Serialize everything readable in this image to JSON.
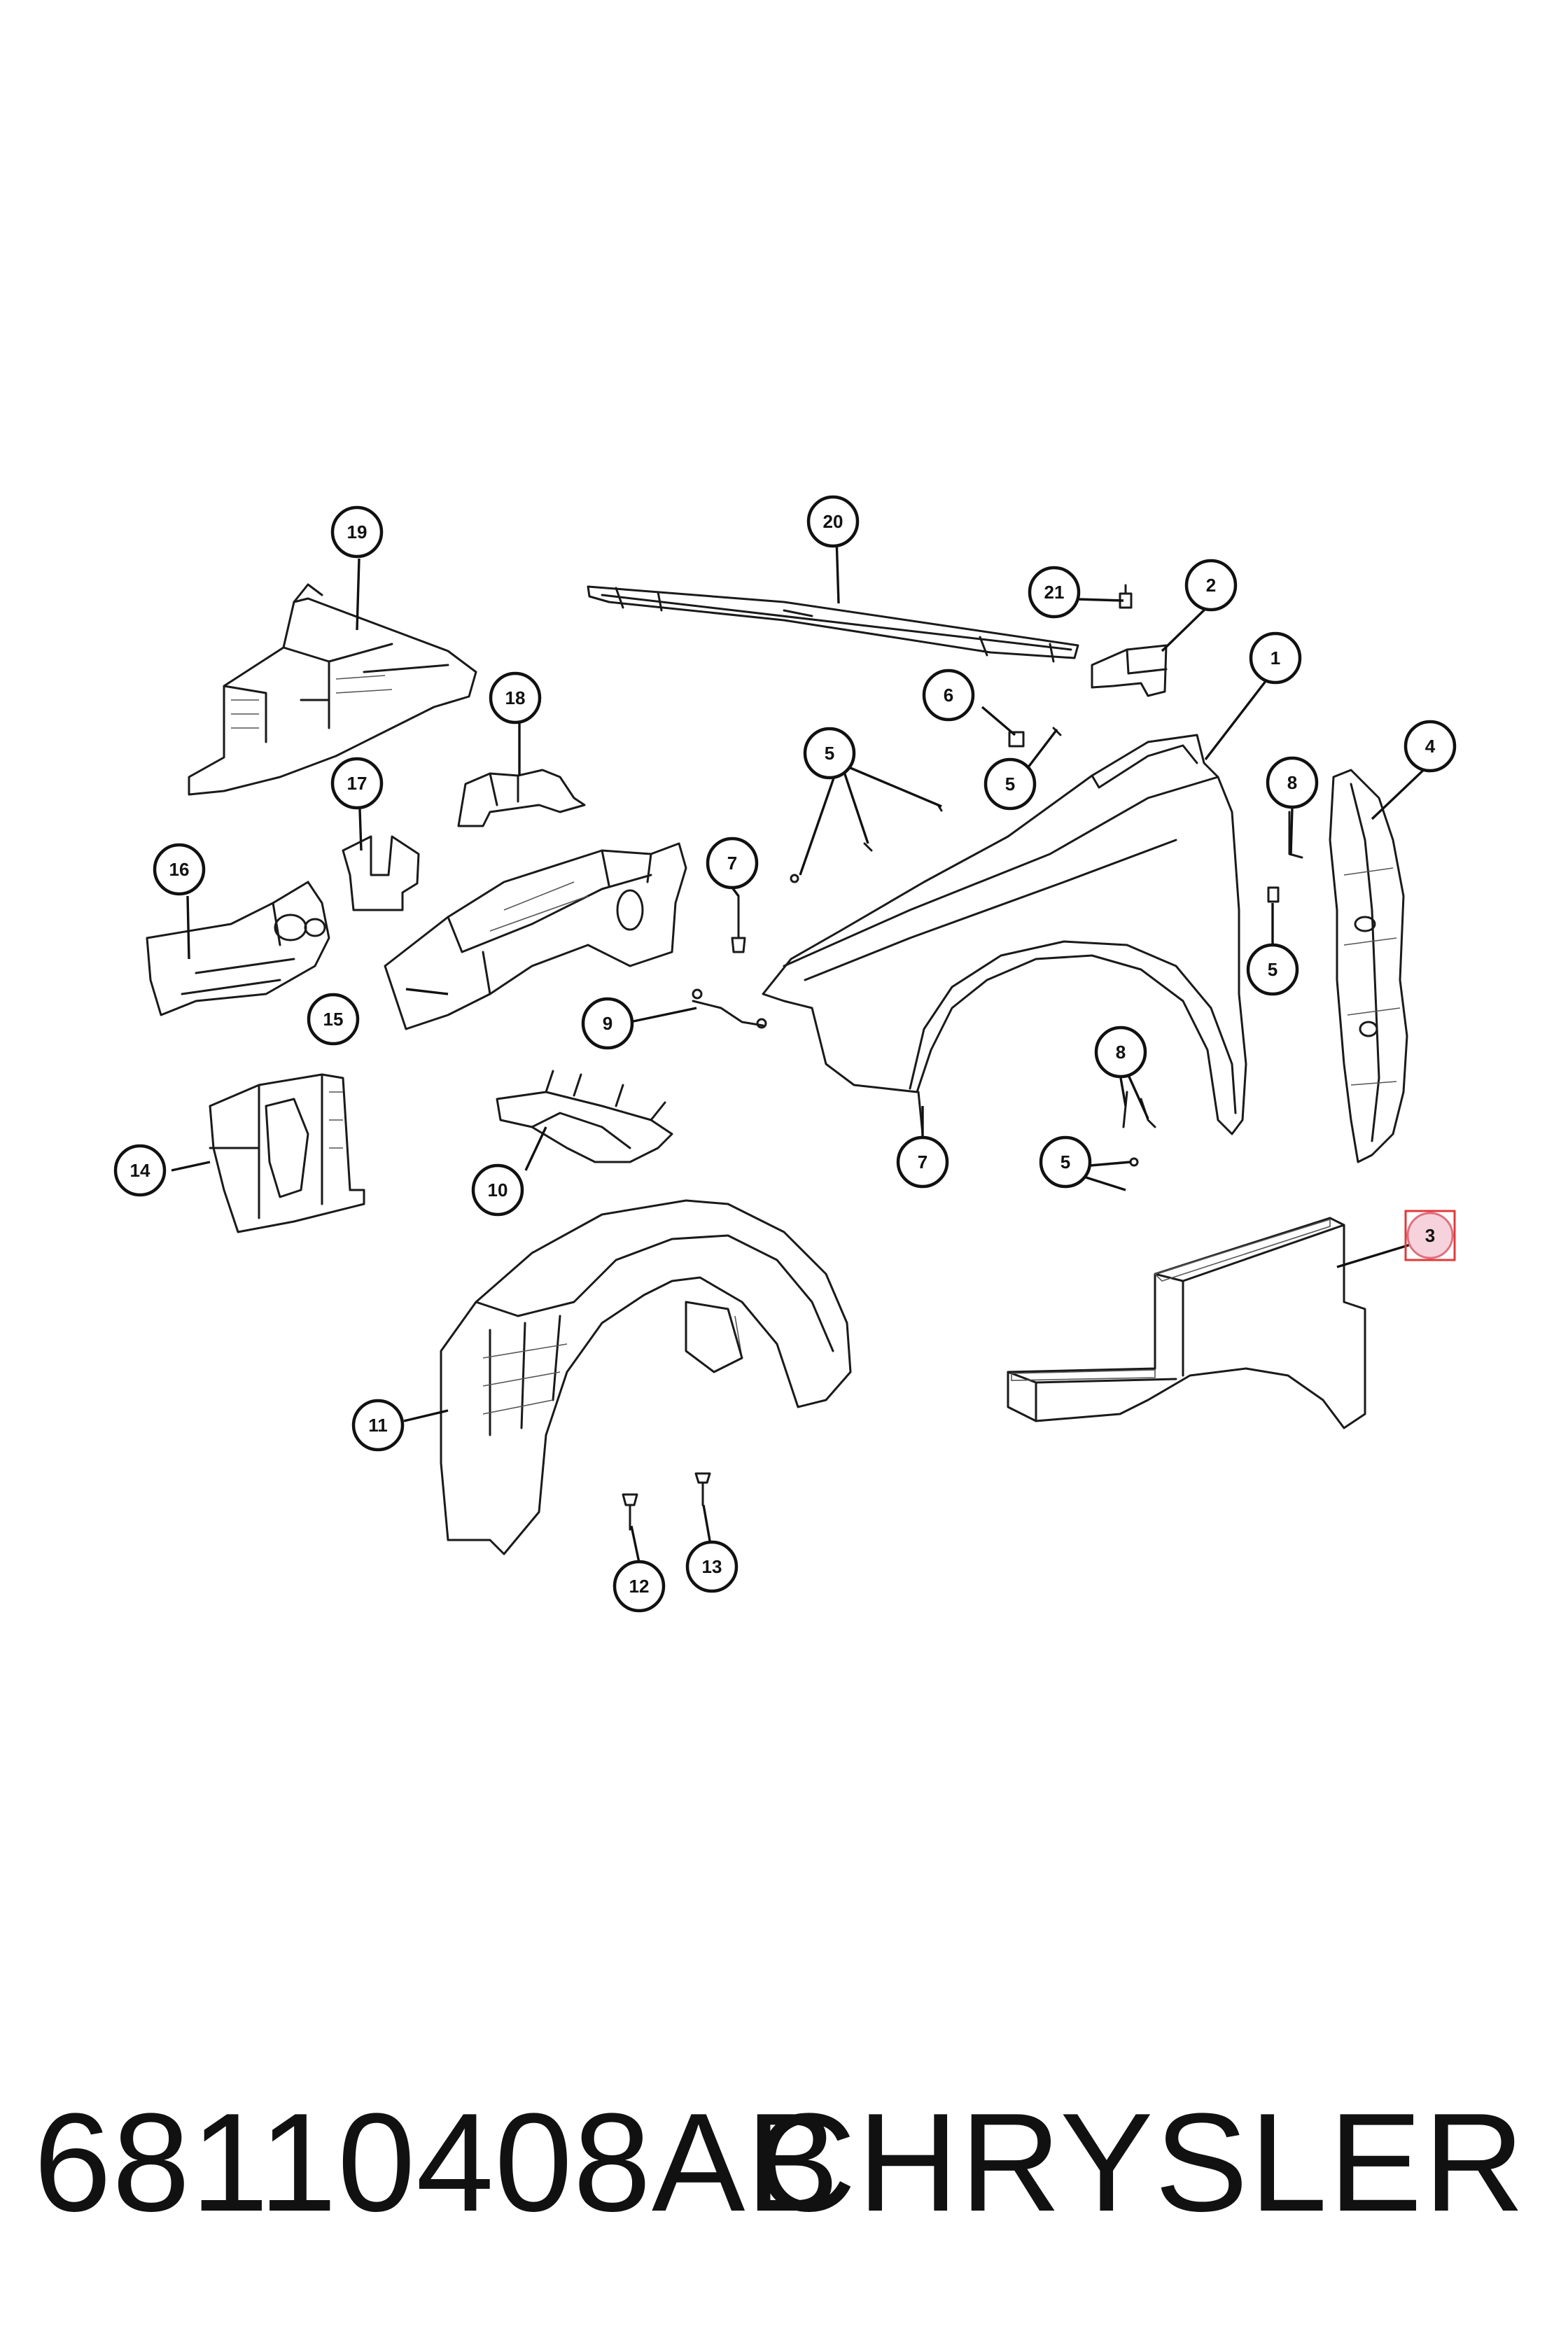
{
  "footer": {
    "part_number": "68110408AB",
    "brand": "CHRYSLER"
  },
  "callouts": {
    "c1": "1",
    "c2": "2",
    "c3": "3",
    "c4": "4",
    "c5a": "5",
    "c5b": "5",
    "c5c": "5",
    "c5d": "5",
    "c6": "6",
    "c7a": "7",
    "c7b": "7",
    "c8a": "8",
    "c8b": "8",
    "c9": "9",
    "c10": "10",
    "c11": "11",
    "c12": "12",
    "c13": "13",
    "c14": "14",
    "c15": "15",
    "c16": "16",
    "c17": "17",
    "c18": "18",
    "c19": "19",
    "c20": "20",
    "c21": "21"
  },
  "highlight": {
    "callout": "3",
    "color": "#e03a3a"
  }
}
